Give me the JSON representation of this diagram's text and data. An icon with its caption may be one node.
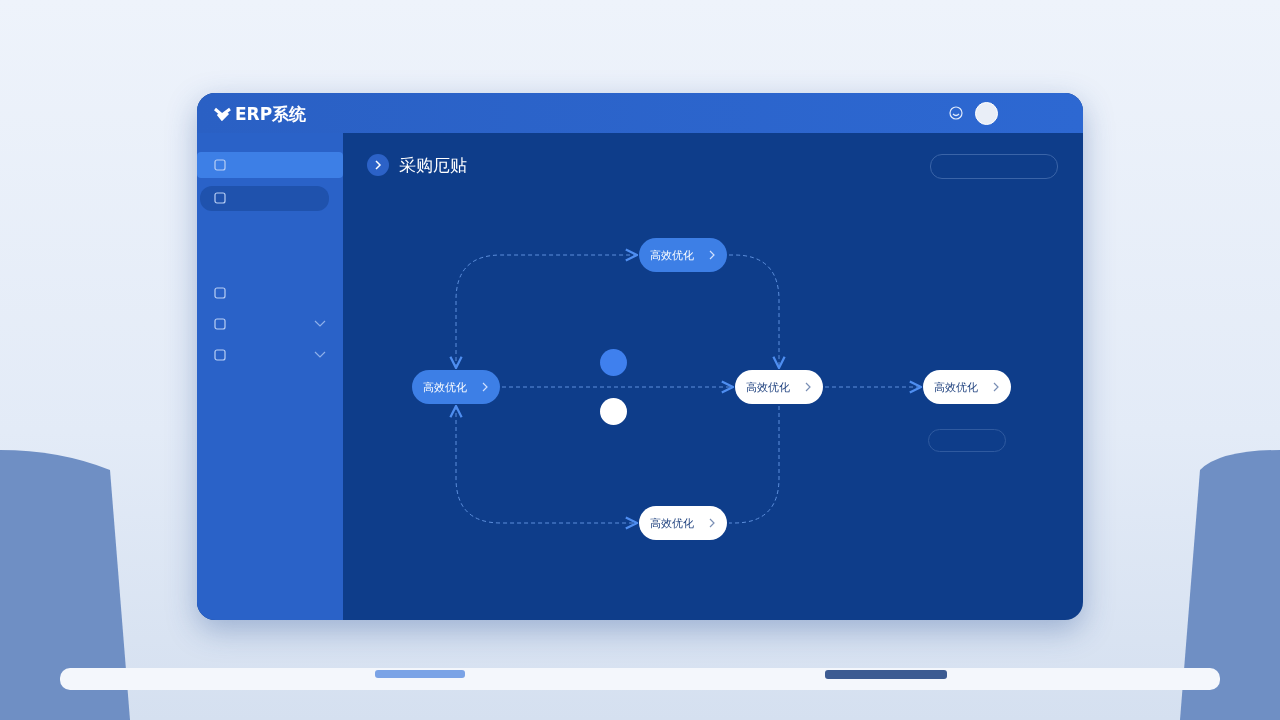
{
  "diagram": {
    "nodes": [
      {
        "text": [
          "高效优化"
        ]
      },
      {
        "text": [
          "高效优化"
        ]
      },
      {
        "text": [],
        "shape": "circle"
      },
      {
        "text": [],
        "shape": "circle"
      },
      {
        "text": [
          "高效优化"
        ]
      },
      {
        "text": [
          "高效优化"
        ]
      },
      {
        "text": [
          "高效优化"
        ]
      }
    ],
    "edges": [
      {
        "from": 1,
        "to": 0,
        "arrow": "both"
      },
      {
        "from": 0,
        "to": 4,
        "arrow": "to"
      },
      {
        "from": 1,
        "to": 4,
        "arrow": "to"
      },
      {
        "from": 4,
        "to": 5,
        "arrow": "to"
      },
      {
        "from": 4,
        "to": 6,
        "arrow": "none"
      },
      {
        "from": 1,
        "to": 6,
        "arrow": "both"
      }
    ],
    "labels": [
      "ERP系统",
      "采购厄贴"
    ]
  }
}
